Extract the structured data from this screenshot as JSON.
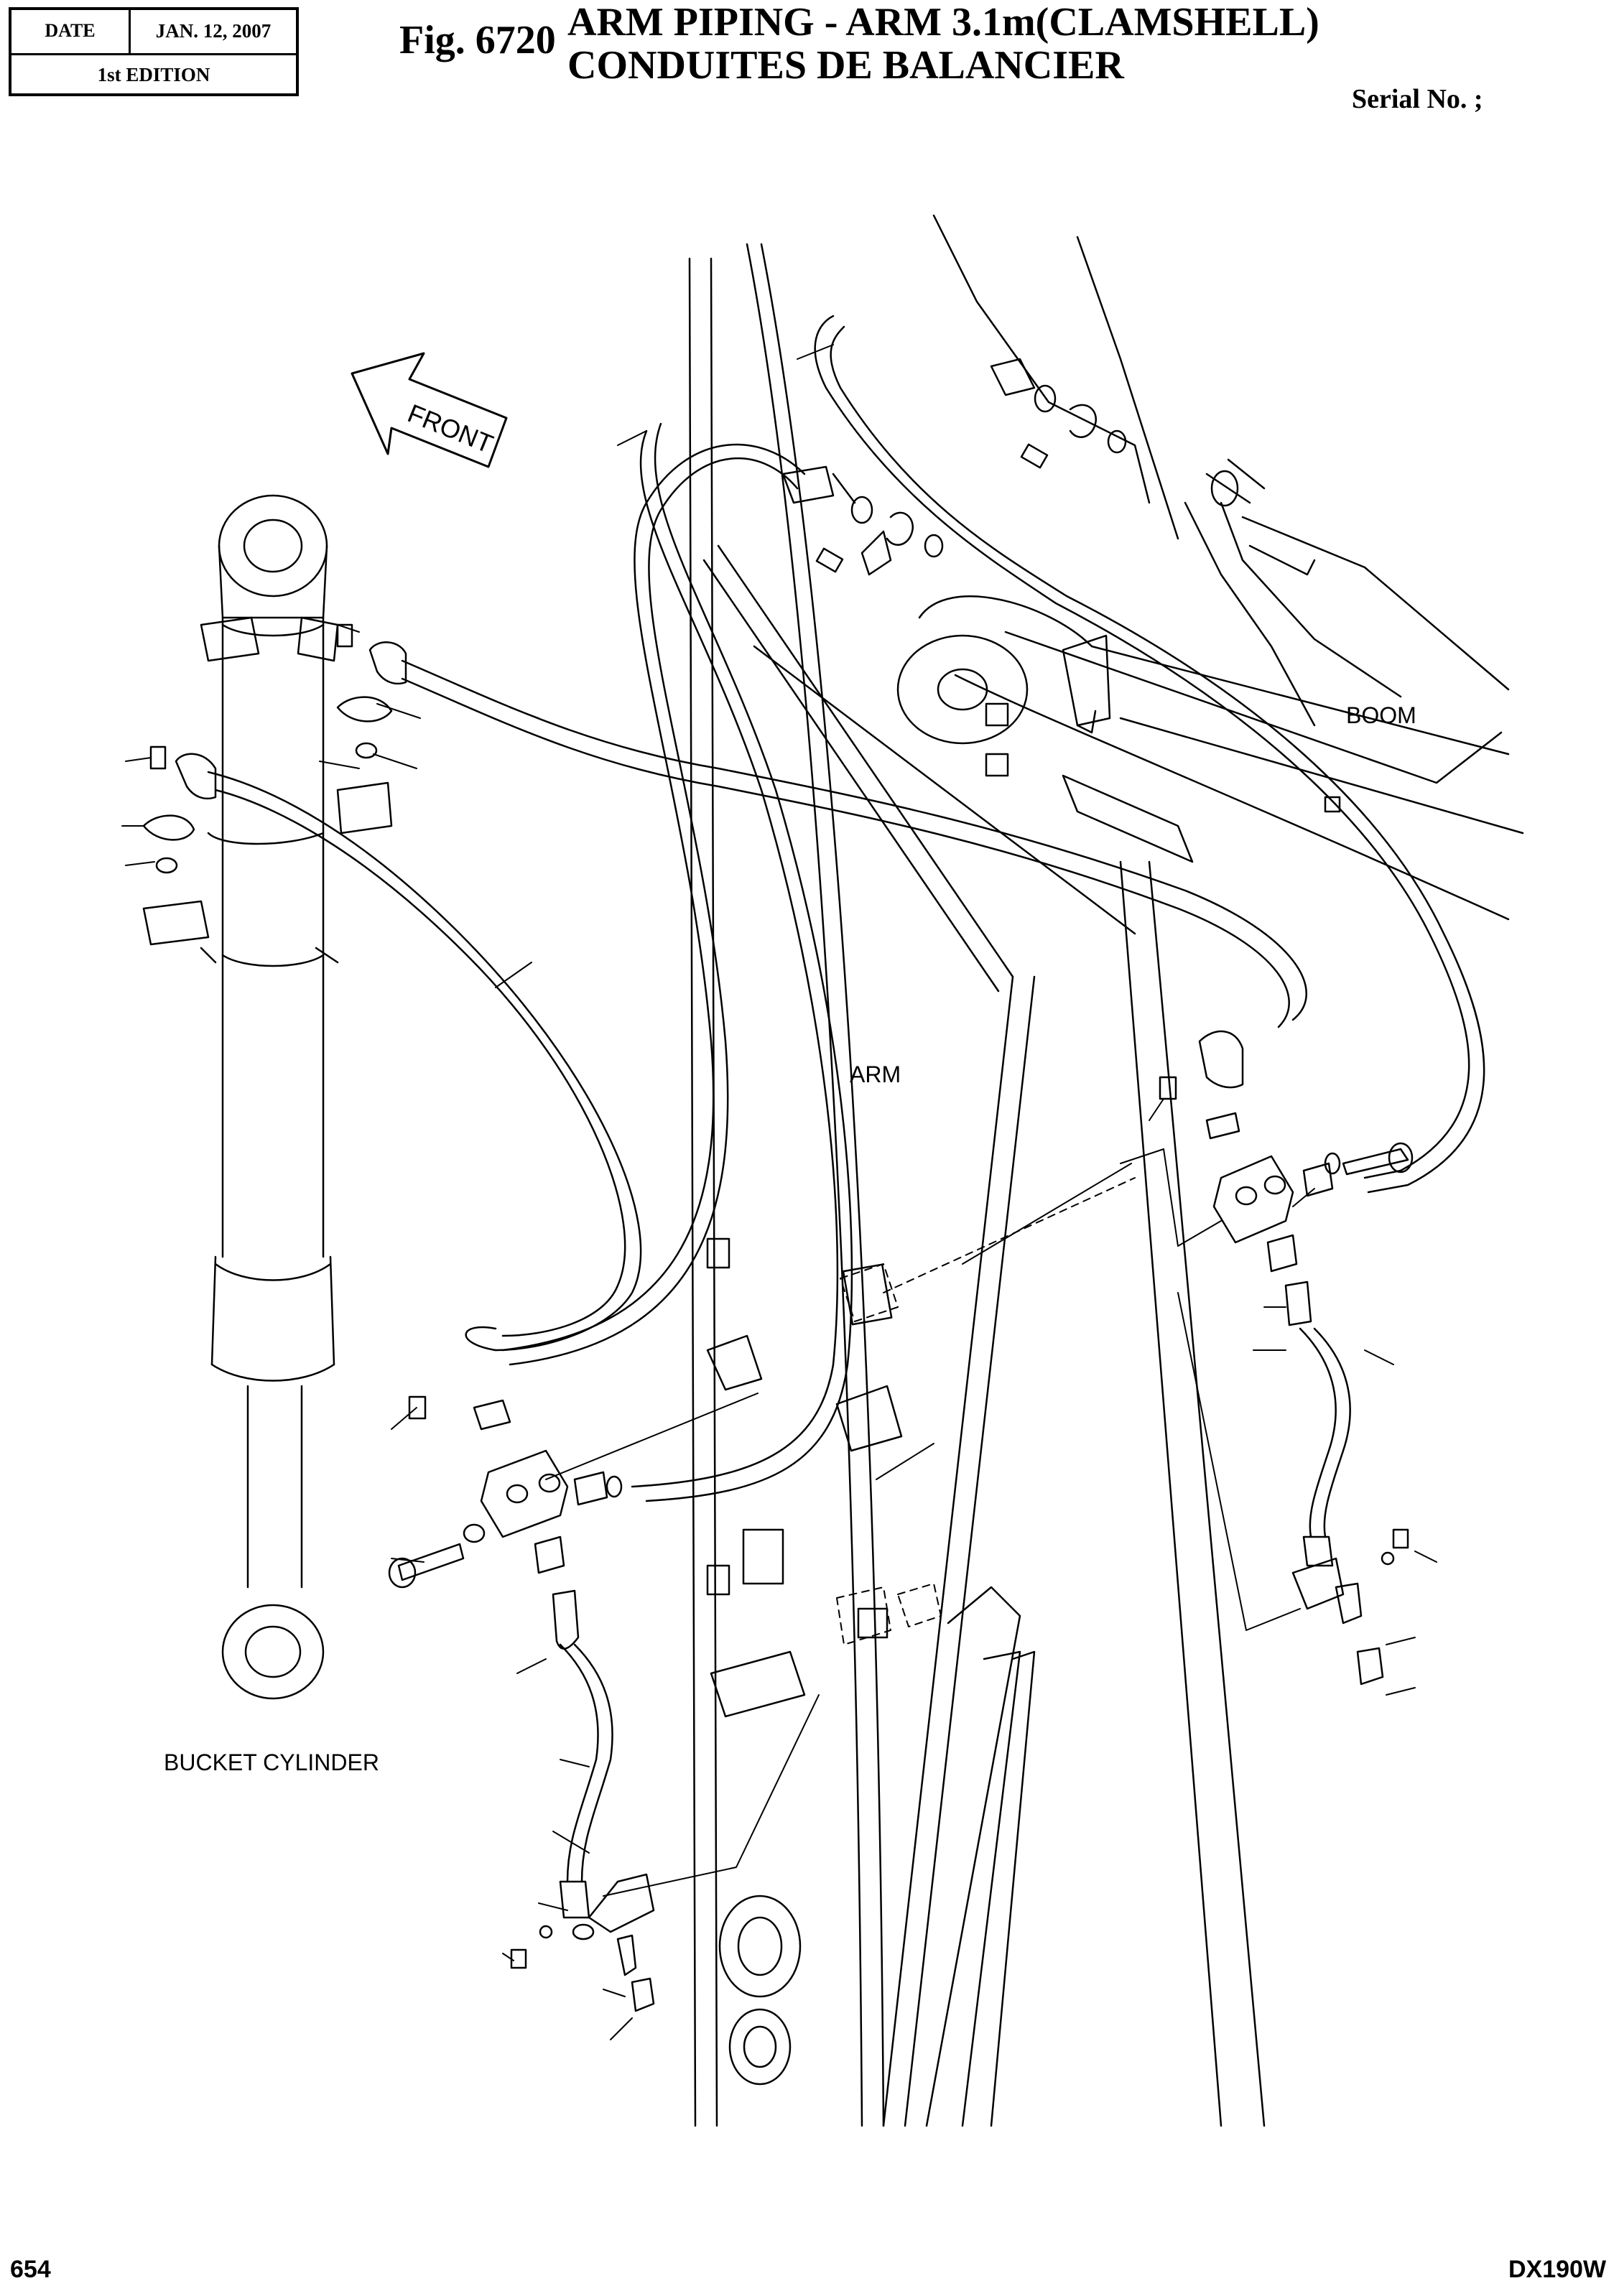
{
  "header": {
    "date_label": "DATE",
    "date_value": "JAN. 12, 2007",
    "edition": "1st EDITION",
    "fig_number": "Fig. 6720",
    "title_line1": "ARM PIPING - ARM 3.1m(CLAMSHELL)",
    "title_line2": "CONDUITES DE BALANCIER",
    "serial": "Serial No. ;"
  },
  "labels": {
    "front": "FRONT",
    "boom": "BOOM",
    "arm": "ARM",
    "bucket_cylinder": "BUCKET CYLINDER"
  },
  "footer": {
    "page_number": "654",
    "model": "DX190W"
  }
}
